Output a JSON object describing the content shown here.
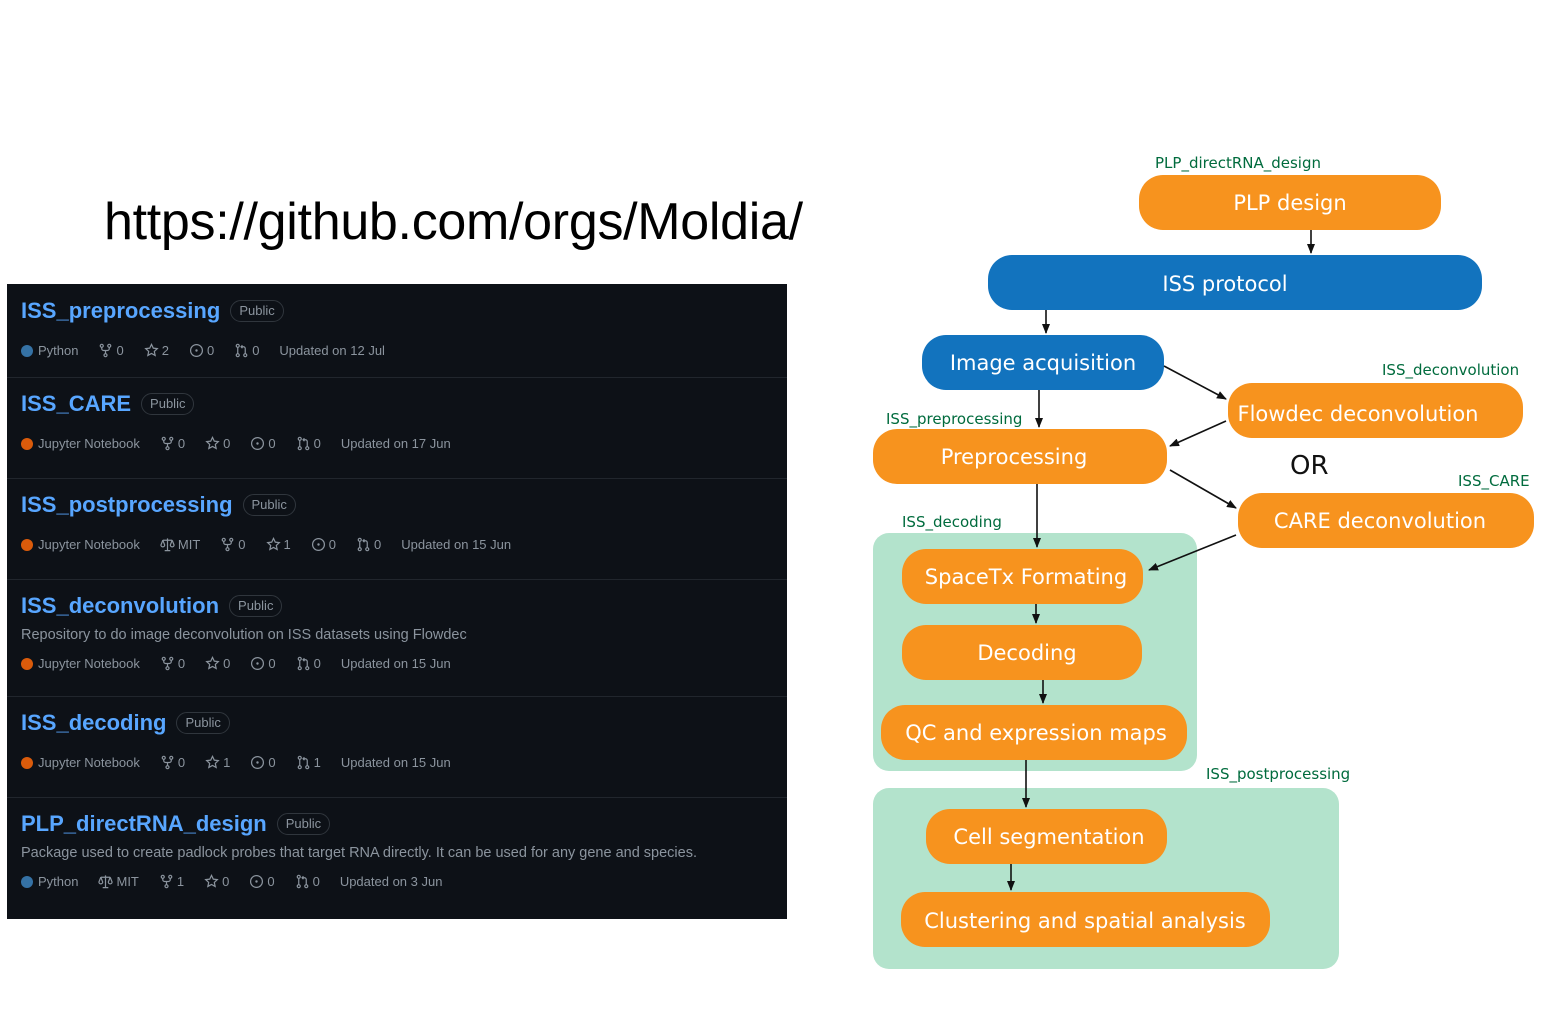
{
  "url": "https://github.com/orgs/Moldia/",
  "repos": [
    {
      "name": "ISS_preprocessing",
      "visibility": "Public",
      "description": "",
      "language": "Python",
      "language_color": "#3572A5",
      "license": "",
      "forks": "0",
      "stars": "2",
      "issues": "0",
      "pulls": "0",
      "updated": "Updated on 12 Jul"
    },
    {
      "name": "ISS_CARE",
      "visibility": "Public",
      "description": "",
      "language": "Jupyter Notebook",
      "language_color": "#DA5B0B",
      "license": "",
      "forks": "0",
      "stars": "0",
      "issues": "0",
      "pulls": "0",
      "updated": "Updated on 17 Jun"
    },
    {
      "name": "ISS_postprocessing",
      "visibility": "Public",
      "description": "",
      "language": "Jupyter Notebook",
      "language_color": "#DA5B0B",
      "license": "MIT",
      "forks": "0",
      "stars": "1",
      "issues": "0",
      "pulls": "0",
      "updated": "Updated on 15 Jun"
    },
    {
      "name": "ISS_deconvolution",
      "visibility": "Public",
      "description": "Repository to do image deconvolution on ISS datasets using Flowdec",
      "language": "Jupyter Notebook",
      "language_color": "#DA5B0B",
      "license": "",
      "forks": "0",
      "stars": "0",
      "issues": "0",
      "pulls": "0",
      "updated": "Updated on 15 Jun"
    },
    {
      "name": "ISS_decoding",
      "visibility": "Public",
      "description": "",
      "language": "Jupyter Notebook",
      "language_color": "#DA5B0B",
      "license": "",
      "forks": "0",
      "stars": "1",
      "issues": "0",
      "pulls": "1",
      "updated": "Updated on 15 Jun"
    },
    {
      "name": "PLP_directRNA_design",
      "visibility": "Public",
      "description": "Package used to create padlock probes that target RNA directly. It can be used for any gene and species.",
      "language": "Python",
      "language_color": "#3572A5",
      "license": "MIT",
      "forks": "1",
      "stars": "0",
      "issues": "0",
      "pulls": "0",
      "updated": "Updated on 3 Jun"
    }
  ],
  "diagram": {
    "colors": {
      "orange": "#f7931e",
      "blue": "#1273be",
      "green_bg": "#b3e3cc",
      "tag_text": "#006b3d"
    },
    "steps": {
      "plp_design": "PLP design",
      "iss_protocol": "ISS protocol",
      "image_acquisition": "Image acquisition",
      "flowdec": "Flowdec deconvolution",
      "preprocessing": "Preprocessing",
      "care": "CARE deconvolution",
      "spacetx": "SpaceTx Formating",
      "decoding": "Decoding",
      "qc": "QC and expression maps",
      "cell_seg": "Cell segmentation",
      "clustering": "Clustering and spatial analysis"
    },
    "or_label": "OR",
    "tags": {
      "plp": "PLP_directRNA_design",
      "deconv": "ISS_deconvolution",
      "prep": "ISS_preprocessing",
      "care": "ISS_CARE",
      "decoding": "ISS_decoding",
      "post": "ISS_postprocessing"
    }
  }
}
